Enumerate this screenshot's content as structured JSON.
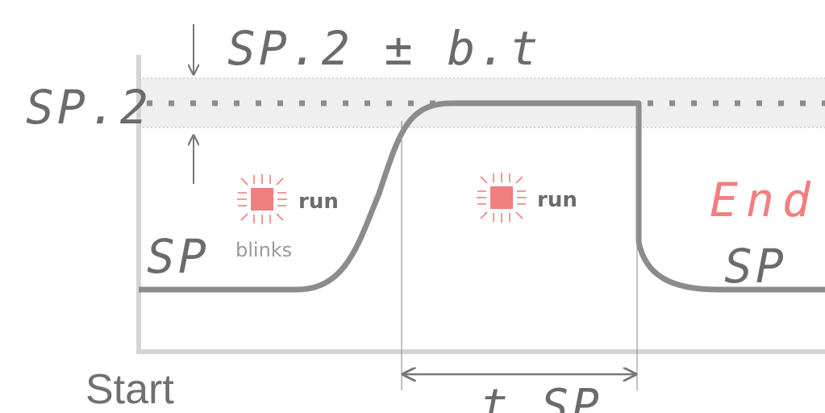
{
  "header": {
    "band_label": "SP.2 ± b.t"
  },
  "levels": {
    "setpoint2": "SP.2",
    "setpoint": "SP",
    "setpoint_end": "SP"
  },
  "phase1": {
    "indicator_label": "run",
    "indicator_note": "blinks"
  },
  "phase2": {
    "indicator_label": "run"
  },
  "end_label": "End",
  "axis": {
    "start_label": "Start",
    "duration_label": "t.SP"
  },
  "colors": {
    "curve": "#8c8c8c",
    "led": "#f07f80",
    "band": "#efefef",
    "frame": "#d4d4d4"
  }
}
